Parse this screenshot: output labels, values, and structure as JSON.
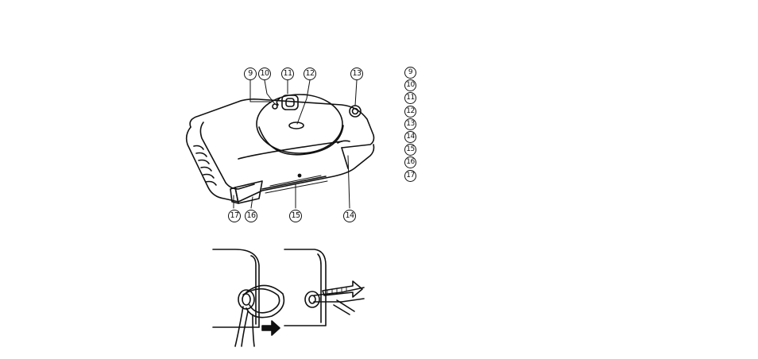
{
  "diagram": {
    "top_callouts": [
      "9",
      "10",
      "11",
      "12",
      "13"
    ],
    "bottom_callouts": [
      "17",
      "16",
      "15",
      "14"
    ],
    "legend": [
      "9",
      "10",
      "11",
      "12",
      "13",
      "14",
      "15",
      "16",
      "17"
    ]
  },
  "colors": {
    "ink": "#111111",
    "background": "#ffffff"
  }
}
